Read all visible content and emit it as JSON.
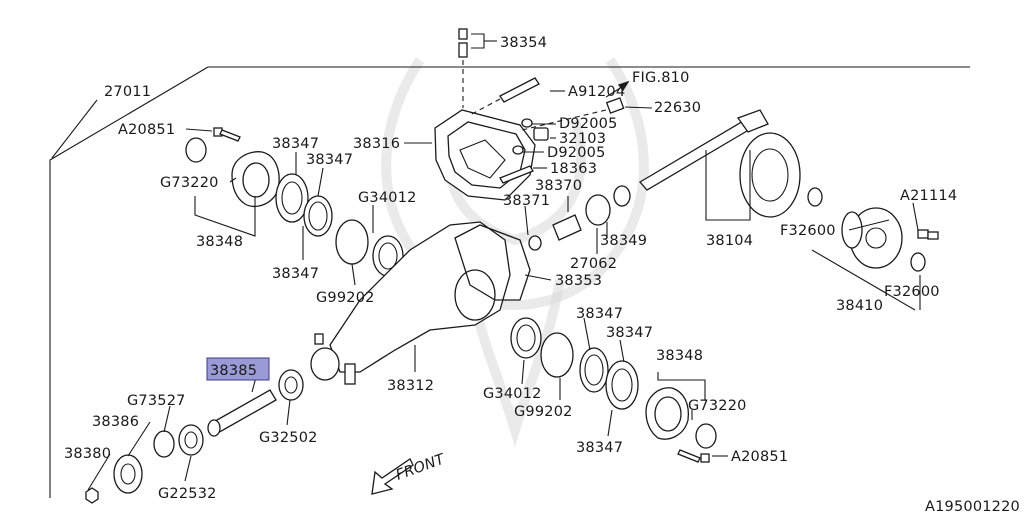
{
  "diagram": {
    "figure_id": "A195001220",
    "fig_ref": "FIG.810",
    "front_label": "FRONT",
    "highlight_color": "#9a9ad6",
    "labels": {
      "p38354": "38354",
      "p27011": "27011",
      "pA91204": "A91204",
      "p22630": "22630",
      "pA20851_top": "A20851",
      "p38347_a": "38347",
      "p38347_b": "38347",
      "p38316": "38316",
      "pD92005_a": "D92005",
      "p32103": "32103",
      "pD92005_b": "D92005",
      "p18363": "18363",
      "pG73220_left": "G73220",
      "p38370": "38370",
      "p38371": "38371",
      "pG34012_top": "G34012",
      "p38349": "38349",
      "p38104": "38104",
      "pA21114": "A21114",
      "pF32600_a": "F32600",
      "p38348_left": "38348",
      "p27062": "27062",
      "p38347_c": "38347",
      "p38353": "38353",
      "pG99202_top": "G99202",
      "pF32600_b": "F32600",
      "p38410": "38410",
      "p38347_d": "38347",
      "p38347_e": "38347",
      "p38348_right": "38348",
      "p38385": "38385",
      "p38312": "38312",
      "pG34012_bottom": "G34012",
      "pG99202_bottom": "G99202",
      "pG73527": "G73527",
      "pG73220_right": "G73220",
      "p38386": "38386",
      "pG32502": "G32502",
      "p38347_f": "38347",
      "pA20851_bottom": "A20851",
      "p38380": "38380",
      "pG22532": "G22532"
    }
  }
}
